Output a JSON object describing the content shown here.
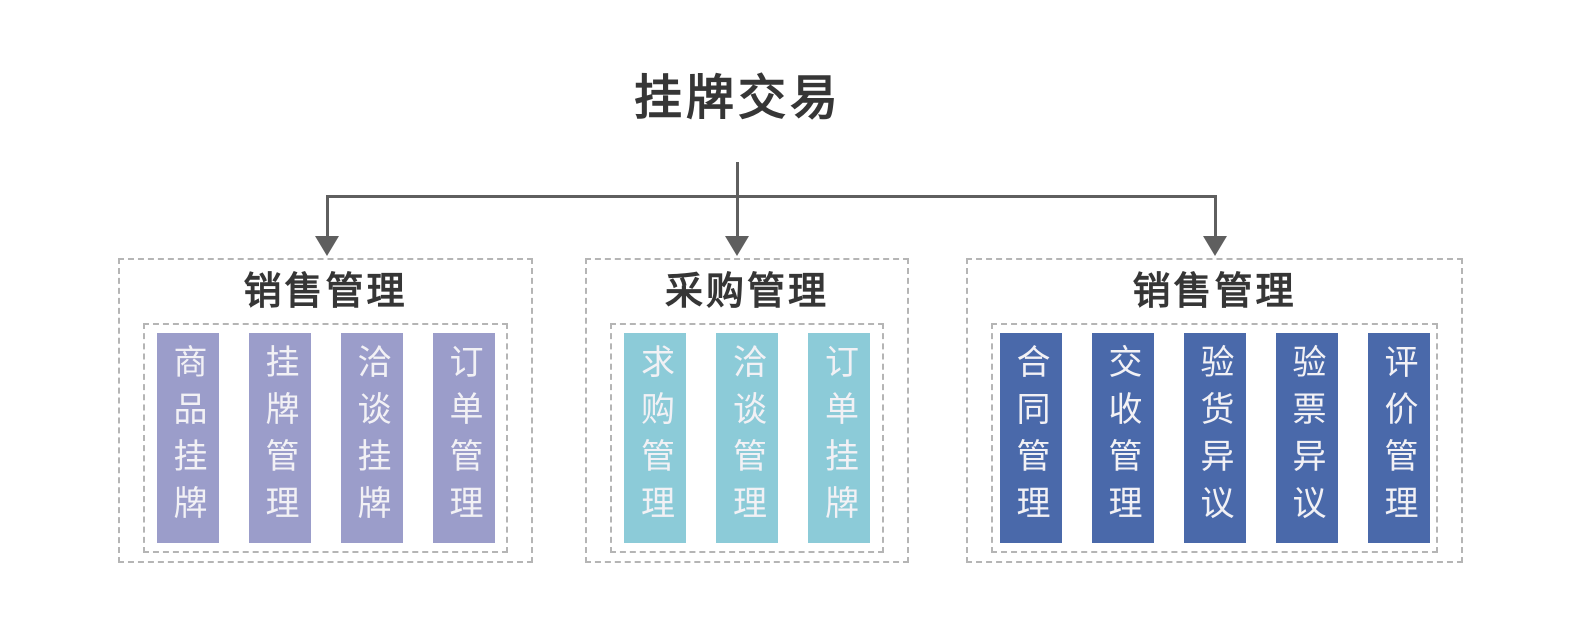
{
  "title": "挂牌交易",
  "groups": [
    {
      "title": "销售管理",
      "items": [
        "商品挂牌",
        "挂牌管理",
        "洽谈挂牌",
        "订单管理"
      ]
    },
    {
      "title": "采购管理",
      "items": [
        "求购管理",
        "洽谈管理",
        "订单挂牌"
      ]
    },
    {
      "title": "销售管理",
      "items": [
        "合同管理",
        "交收管理",
        "验货异议",
        "验票异议",
        "评价管理"
      ]
    }
  ],
  "colors": {
    "group1_bar": "#9b9dca",
    "group2_bar": "#8ccbd8",
    "group3_bar": "#4a69aa",
    "bar_text": "#f2f1f5",
    "heading_text": "#363636",
    "connector_line": "#5f5f5f",
    "dashed_border": "#b5b5b5",
    "background": "#ffffff"
  }
}
